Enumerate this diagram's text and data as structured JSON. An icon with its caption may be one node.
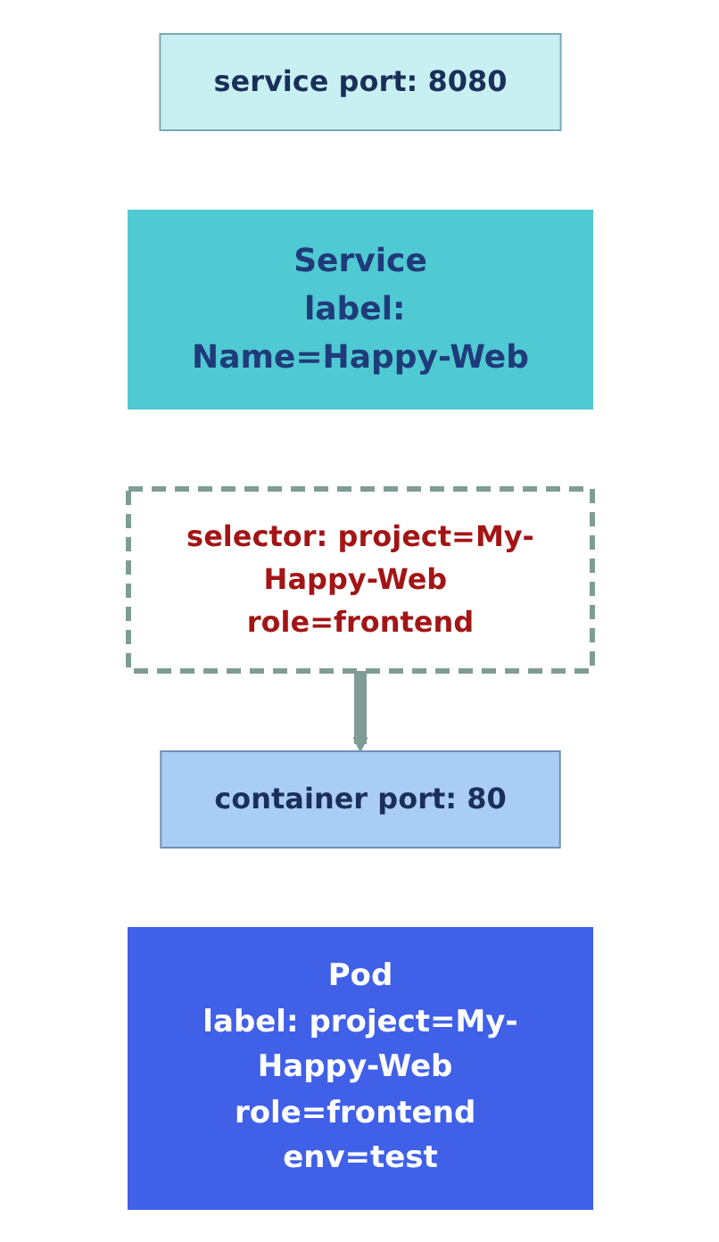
{
  "diagram": {
    "nodes": [
      {
        "text": [
          "service port: 8080"
        ]
      },
      {
        "text": [
          "Service",
          "label: Name=Happy-Web"
        ]
      },
      {
        "text": [
          "selector: project=My-Happy-Web role=frontend"
        ]
      },
      {
        "text": [
          "container port: 80"
        ]
      },
      {
        "text": [
          "Pod",
          "label: project=My-Happy-Web role=frontend env=test"
        ]
      }
    ],
    "edges": [
      {
        "from": 2,
        "to": 3,
        "arrow": "to"
      }
    ]
  }
}
